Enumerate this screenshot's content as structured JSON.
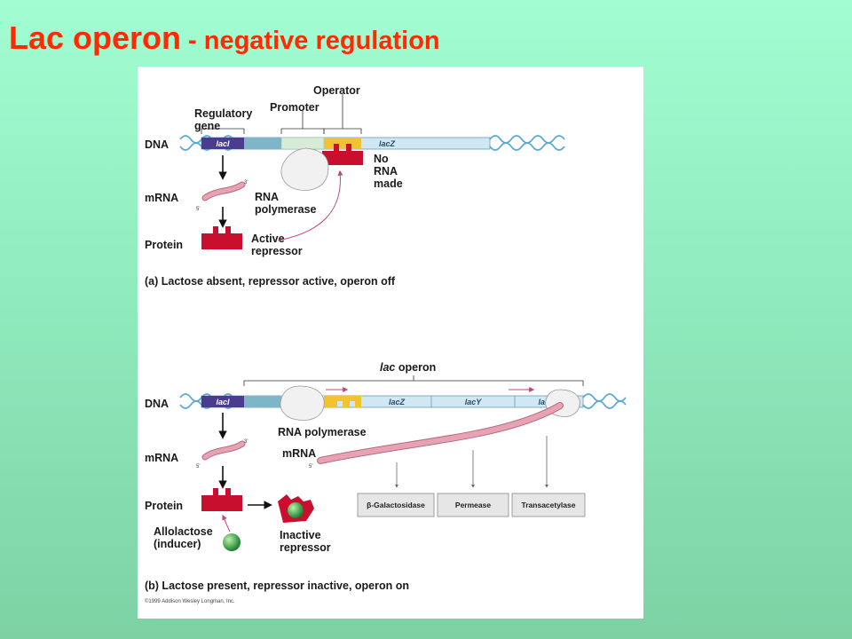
{
  "slide": {
    "title_main": "Lac operon",
    "title_sub": "- negative regulation"
  },
  "panel_a": {
    "dna_label": "DNA",
    "regulatory_gene_label_1": "Regulatory",
    "regulatory_gene_label_2": "gene",
    "promoter_label": "Promoter",
    "operator_label": "Operator",
    "laci_label": "lacI",
    "lacz_label": "lacZ",
    "no_rna_1": "No",
    "no_rna_2": "RNA",
    "no_rna_3": "made",
    "mrna_label": "mRNA",
    "three_prime": "3'",
    "five_prime": "5'",
    "rna_pol_1": "RNA",
    "rna_pol_2": "polymerase",
    "protein_label": "Protein",
    "active_repressor_1": "Active",
    "active_repressor_2": "repressor",
    "caption": "(a) Lactose absent, repressor active, operon off"
  },
  "panel_b": {
    "lac_operon_label_italic": "lac",
    "lac_operon_label_rest": " operon",
    "dna_label": "DNA",
    "laci_label": "lacI",
    "lacz_label": "lacZ",
    "lacy_label": "lacY",
    "laca_label": "lacA",
    "rna_polymerase_label": "RNA polymerase",
    "mrna_label": "mRNA",
    "mrna_label_2": "mRNA",
    "three_prime": "3'",
    "five_prime": "5'",
    "five_prime_2": "5'",
    "protein_label": "Protein",
    "products": [
      "β-Galactosidase",
      "Permease",
      "Transacetylase"
    ],
    "allolactose_1": "Allolactose",
    "allolactose_2": "(inducer)",
    "inactive_repressor_1": "Inactive",
    "inactive_repressor_2": "repressor",
    "caption": "(b) Lactose present, repressor inactive, operon on"
  },
  "copyright": "©1999 Addison Wesley Longman, Inc.",
  "colors": {
    "title": "#ff2a00",
    "laci": "#4b3c8f",
    "repressor": "#c8102e",
    "operator": "#f1c232",
    "mrna": "#e7a2b3",
    "inducer": "#2e9e3e",
    "dna_strip": "#cfe8f3"
  }
}
